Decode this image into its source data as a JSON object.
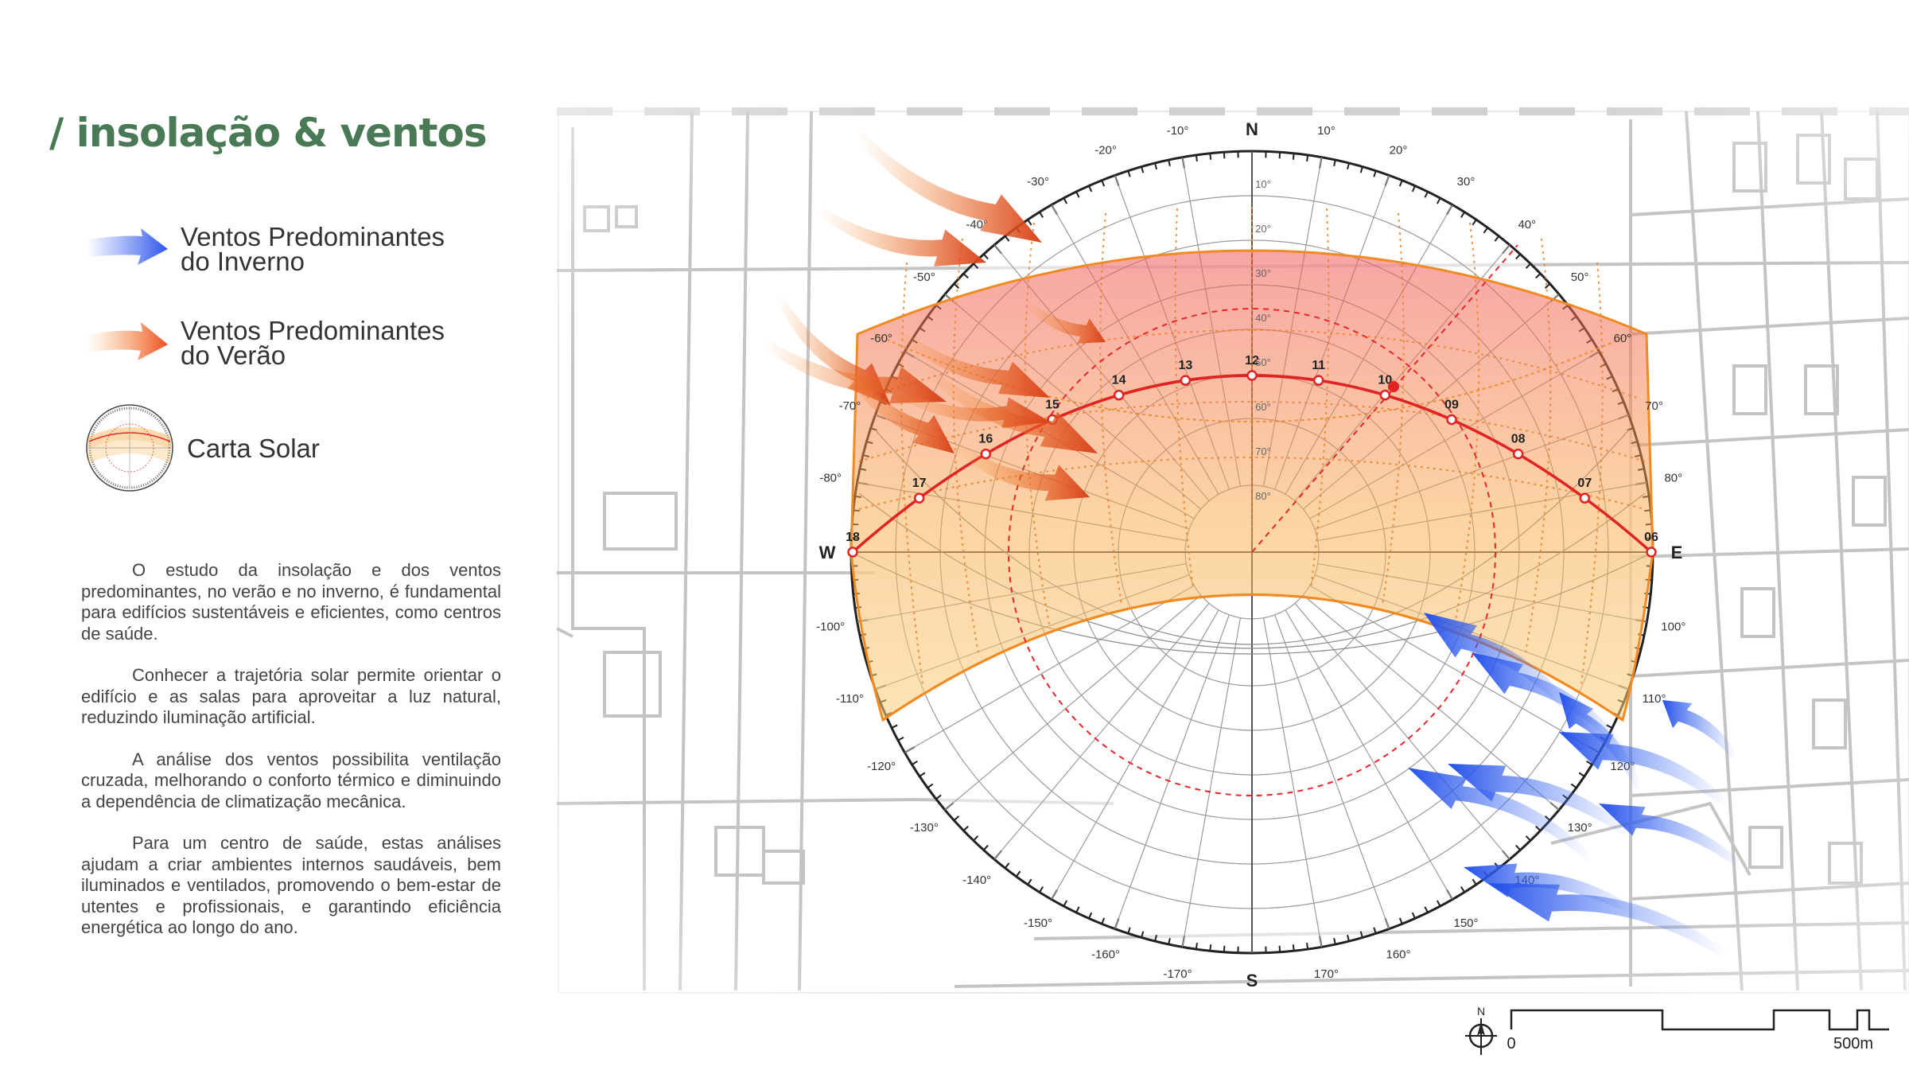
{
  "title": "/ insolação & ventos",
  "legend": {
    "winter": {
      "line1": "Ventos Predominantes",
      "line2": "do Inverno",
      "icon": "blue-wind-arrow",
      "color": "#3a63f0"
    },
    "summer": {
      "line1": "Ventos Predominantes",
      "line2": "do Verão",
      "icon": "orange-wind-arrow",
      "color": "#f0602a"
    },
    "solar": {
      "label": "Carta Solar",
      "icon": "sun-chart-icon"
    }
  },
  "paragraphs": [
    "O estudo da insolação e dos ventos predominantes, no verão e no inverno, é fundamental para edifícios sustentáveis e eficientes, como centros de saúde.",
    "Conhecer a trajetória solar permite orientar o edifício e as salas para aproveitar a luz natural, reduzindo iluminação artificial.",
    "A análise dos ventos possibilita ventilação cruzada, melhorando o conforto térmico e diminuindo a dependência de climatização mecânica.",
    "Para um centro de saúde, estas análises ajudam a criar ambientes internos saudáveis, bem iluminados e ventilados, promovendo o bem-estar de utentes e profissionais, e garantindo eficiência energética ao longo do ano."
  ],
  "compass": {
    "north": "N",
    "south": "S",
    "east": "E",
    "west": "W"
  },
  "azimuth_labels": [
    "10°",
    "20°",
    "30°",
    "40°",
    "50°",
    "60°",
    "70°",
    "80°",
    "100°",
    "110°",
    "120°",
    "130°",
    "140°",
    "150°",
    "160°",
    "170°",
    "-10°",
    "-20°",
    "-30°",
    "-40°",
    "-50°",
    "-60°",
    "-70°",
    "-80°",
    "-100°",
    "-110°",
    "-120°",
    "-130°",
    "-140°",
    "-150°",
    "-160°",
    "-170°"
  ],
  "altitude_labels": [
    "10°",
    "20°",
    "30°",
    "40°",
    "50°",
    "60°",
    "70°",
    "80°"
  ],
  "sun_path_hours": [
    "18",
    "17",
    "16",
    "15",
    "14",
    "13",
    "12",
    "11",
    "10",
    "09",
    "08",
    "07",
    "06"
  ],
  "scale_bar": {
    "start": "0",
    "end": "500m",
    "north": "N"
  },
  "colors": {
    "accent": "#4a7a55",
    "sun_path": "#e8262a",
    "summer_band": "#f79a3c",
    "winter_wind": "#3a63f0",
    "summer_wind": "#f0602a"
  }
}
